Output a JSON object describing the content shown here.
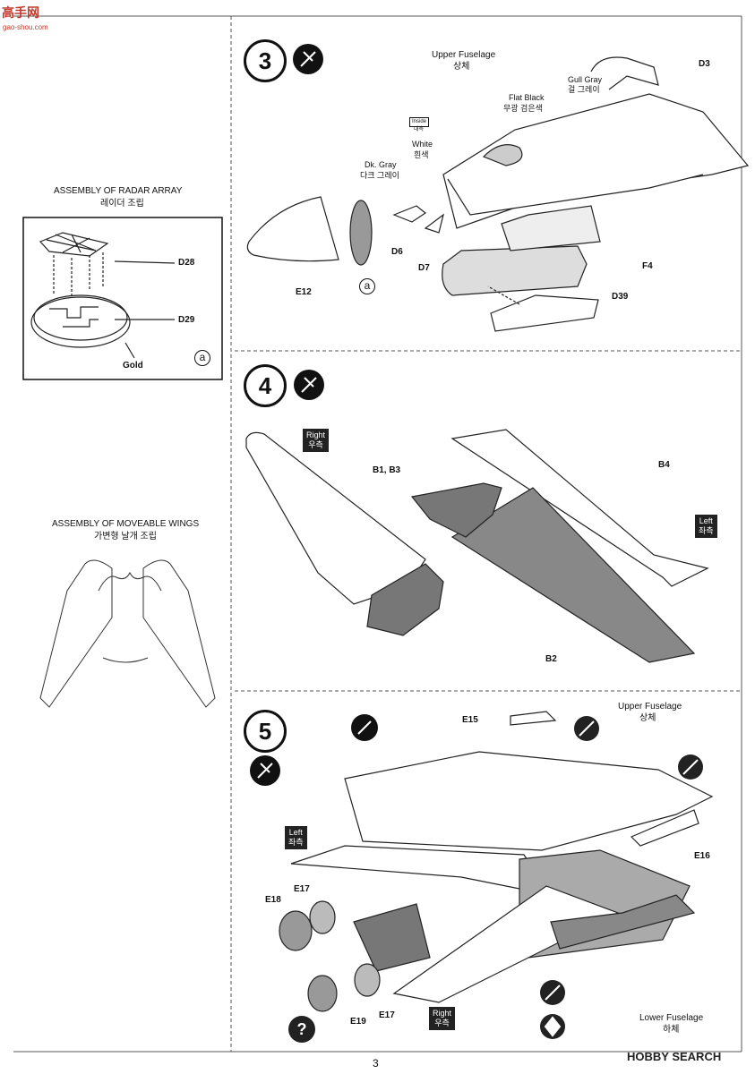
{
  "watermark_top": {
    "site": "gao-shou.com"
  },
  "watermark_bottom": "HOBBY SEARCH",
  "page_number": "3",
  "sidebar": {
    "radar": {
      "title": "ASSEMBLY OF RADAR ARRAY",
      "subtitle": "레이더 조립",
      "parts": [
        "D28",
        "D29"
      ],
      "color_label": "Gold",
      "marker": "a"
    },
    "wings": {
      "title": "ASSEMBLY OF MOVEABLE WINGS",
      "subtitle": "가변형 날개 조립"
    }
  },
  "step3": {
    "number": "3",
    "labels": {
      "upper_fuselage": "Upper Fuselage",
      "upper_fuselage_kr": "상체",
      "gull_gray": "Gull Gray",
      "gull_gray_kr": "걸 그레이",
      "flat_black": "Flat Black",
      "flat_black_kr": "무광 검은색",
      "inside": "Inside",
      "inside_kr": "내측",
      "white": "White",
      "white_kr": "흰색",
      "dk_gray": "Dk. Gray",
      "dk_gray_kr": "다크 그레이"
    },
    "parts": {
      "d3": "D3",
      "d6": "D6",
      "d7": "D7",
      "e12": "E12",
      "f4": "F4",
      "d39": "D39"
    },
    "marker": "a"
  },
  "step4": {
    "number": "4",
    "right": "Right",
    "right_kr": "우측",
    "left": "Left",
    "left_kr": "좌측",
    "parts": {
      "b1b3": "B1, B3",
      "b4": "B4",
      "b2": "B2"
    }
  },
  "step5": {
    "number": "5",
    "upper_fuselage": "Upper Fuselage",
    "upper_fuselage_kr": "상체",
    "lower_fuselage": "Lower Fuselage",
    "lower_fuselage_kr": "하체",
    "left": "Left",
    "left_kr": "좌측",
    "right": "Right",
    "right_kr": "우측",
    "parts": {
      "e15": "E15",
      "e16": "E16",
      "e17a": "E17",
      "e17b": "E17",
      "e18": "E18",
      "e19": "E19"
    }
  }
}
